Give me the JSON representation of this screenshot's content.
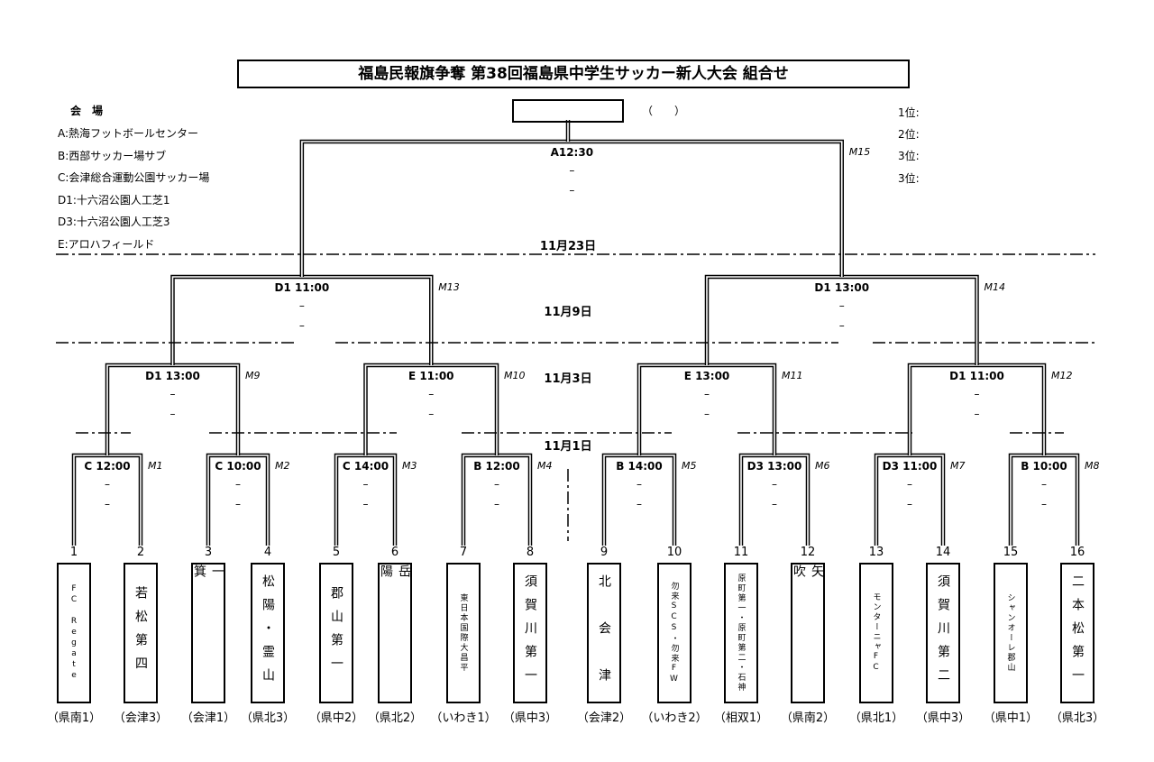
{
  "title": "福島民報旗争奪 第38回福島県中学生サッカー新人大会 組合せ",
  "champion": {
    "paren": "（　　）"
  },
  "venues": {
    "heading": "会　場",
    "items": [
      "A:熱海フットボールセンター",
      "B:西部サッカー場サブ",
      "C:会津総合運動公園サッカー場",
      "D1:十六沼公園人工芝1",
      "D3:十六沼公園人工芝3",
      "E:アロハフィールド"
    ]
  },
  "ranks": [
    "1位:",
    "2位:",
    "3位:",
    "3位:"
  ],
  "dates": [
    "11月23日",
    "11月9日",
    "11月3日",
    "11月1日"
  ],
  "score_placeholder": "–",
  "matches": [
    {
      "id": "M1",
      "label": "C 12:00"
    },
    {
      "id": "M2",
      "label": "C 10:00"
    },
    {
      "id": "M3",
      "label": "C 14:00"
    },
    {
      "id": "M4",
      "label": "B 12:00"
    },
    {
      "id": "M5",
      "label": "B 14:00"
    },
    {
      "id": "M6",
      "label": "D3 13:00"
    },
    {
      "id": "M7",
      "label": "D3 11:00"
    },
    {
      "id": "M8",
      "label": "B 10:00"
    },
    {
      "id": "M9",
      "label": "D1 13:00"
    },
    {
      "id": "M10",
      "label": "E 11:00"
    },
    {
      "id": "M11",
      "label": "E 13:00"
    },
    {
      "id": "M12",
      "label": "D1 11:00"
    },
    {
      "id": "M13",
      "label": "D1 11:00"
    },
    {
      "id": "M14",
      "label": "D1 13:00"
    },
    {
      "id": "M15",
      "label": "A12:30"
    }
  ],
  "teams": [
    {
      "no": "1",
      "name": "FC Regate",
      "region": "（県南1）"
    },
    {
      "no": "2",
      "name": "若松第四",
      "region": "（会津3）"
    },
    {
      "no": "3",
      "name": "一　　　　箕",
      "region": "（会津1）"
    },
    {
      "no": "4",
      "name": "松陽・霊山",
      "region": "（県北3）"
    },
    {
      "no": "5",
      "name": "郡山第一",
      "region": "（県中2）"
    },
    {
      "no": "6",
      "name": "岳　　　　陽",
      "region": "（県北2）"
    },
    {
      "no": "7",
      "name": "東日本国際大昌平",
      "region": "（いわき1）"
    },
    {
      "no": "8",
      "name": "須賀川第一",
      "region": "（県中3）"
    },
    {
      "no": "9",
      "name": "北　会　津",
      "region": "（会津2）"
    },
    {
      "no": "10",
      "name": "勿来SCS・勿来FW",
      "region": "（いわき2）"
    },
    {
      "no": "11",
      "name": "原町第一・原町第二・石神",
      "region": "（相双1）"
    },
    {
      "no": "12",
      "name": "矢　　　　吹",
      "region": "（県南2）"
    },
    {
      "no": "13",
      "name": "モンターニャFC",
      "region": "（県北1）"
    },
    {
      "no": "14",
      "name": "須賀川第二",
      "region": "（県中3）"
    },
    {
      "no": "15",
      "name": "シャンオーレ郡山",
      "region": "（県中1）"
    },
    {
      "no": "16",
      "name": "二本松第一",
      "region": "（県北3）"
    }
  ]
}
